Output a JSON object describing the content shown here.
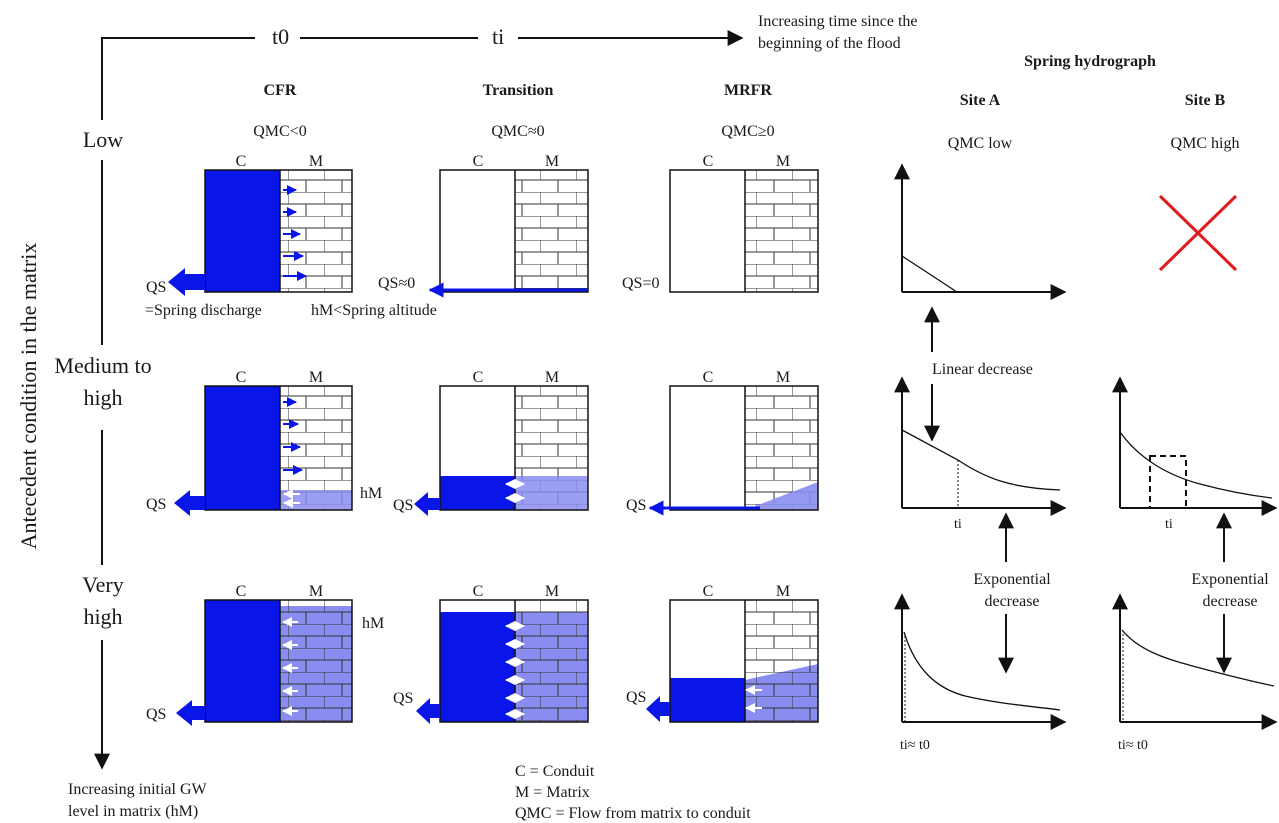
{
  "time_axis": {
    "t0": "t0",
    "ti": "ti",
    "note_line1": "Increasing time since the",
    "note_line2": "beginning of the flood"
  },
  "gw_axis": {
    "title": "Antecedent condition in the matrix",
    "note_line1": "Increasing initial GW",
    "note_line2": "level in matrix (hM)"
  },
  "rows": {
    "low": "Low",
    "medium_line1": "Medium to",
    "medium_line2": "high",
    "very_line1": "Very",
    "very_line2": "high"
  },
  "columns": {
    "cfr": {
      "title": "CFR",
      "qmc": "QMC<0"
    },
    "transition": {
      "title": "Transition",
      "qmc": "QMC≈0"
    },
    "mrfr": {
      "title": "MRFR",
      "qmc": "QMC≥0"
    }
  },
  "box_labels": {
    "c": "C",
    "m": "M",
    "qs": "QS",
    "hm": "hM"
  },
  "annotations": {
    "spring_discharge": "=Spring discharge",
    "hm_lt_spring": "hM<Spring altitude",
    "qs_approx_zero": "QS≈0",
    "qs_zero": "QS=0"
  },
  "hydrograph": {
    "title": "Spring hydrograph",
    "site_a": "Site A",
    "site_b": "Site B",
    "site_a_qmc": "QMC low",
    "site_b_qmc": "QMC high",
    "linear": "Linear decrease",
    "exp_line1": "Exponential",
    "exp_line2": "decrease",
    "ti": "ti",
    "ti_approx_t0": "ti≈ t0"
  },
  "legend": {
    "c": "C = Conduit",
    "m": "M = Matrix",
    "qmc": "QMC = Flow from matrix to conduit"
  },
  "colors": {
    "conduit_water": "#0a16e8",
    "matrix_water": "#8a8df0",
    "brick_line": "#333333",
    "cross": "#e01b1b"
  }
}
